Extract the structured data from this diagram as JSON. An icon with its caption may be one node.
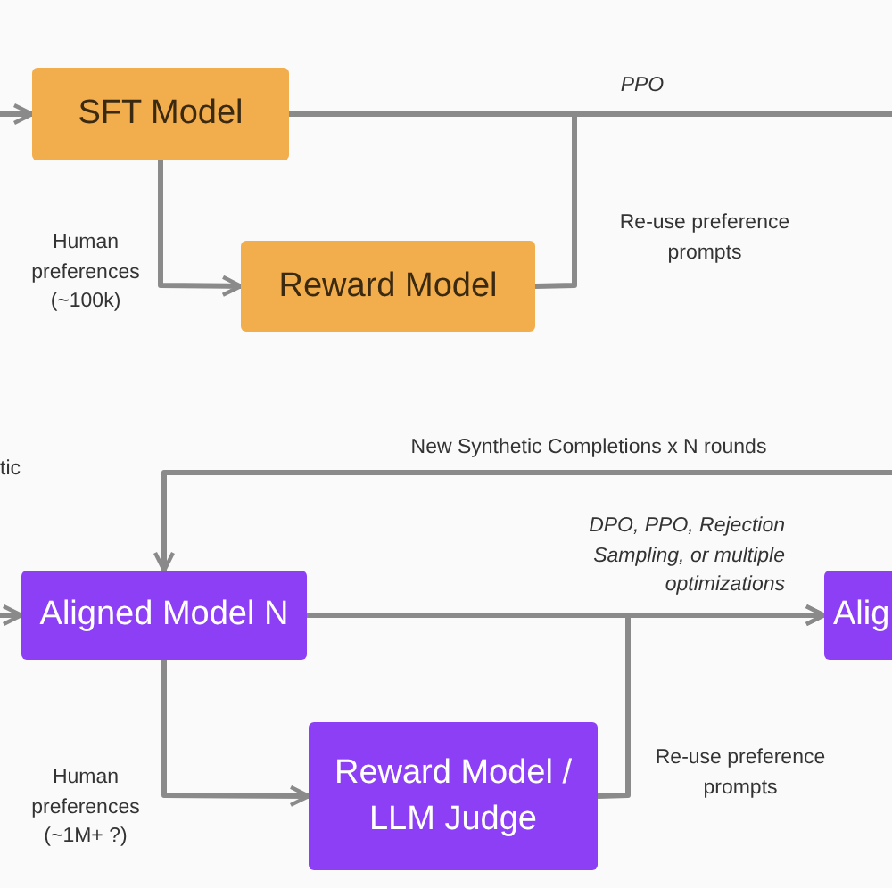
{
  "diagram": {
    "nodes": [
      {
        "text": [
          "SFT Model"
        ]
      },
      {
        "text": [
          "Reward Model"
        ]
      },
      {
        "text": [
          "Aligned Model N"
        ]
      },
      {
        "text": [
          "Reward Model / LLM Judge"
        ]
      },
      {
        "text": [
          "Alig"
        ]
      }
    ],
    "edges": [
      {
        "from": null,
        "to": 0,
        "arrow": "to"
      },
      {
        "from": 0,
        "to": 1,
        "arrow": "to",
        "label": "Human preferences (~100k)"
      },
      {
        "from": 0,
        "to": null,
        "arrow": "none",
        "label": "PPO"
      },
      {
        "from": 1,
        "to": null,
        "arrow": "none",
        "label": "Re-use preference prompts"
      },
      {
        "from": null,
        "to": 2,
        "arrow": "to"
      },
      {
        "from": null,
        "to": 2,
        "arrow": "to",
        "label": "New Synthetic Completions x N rounds"
      },
      {
        "from": 2,
        "to": 4,
        "arrow": "to",
        "label": "DPO, PPO, Rejection Sampling, or multiple optimizations"
      },
      {
        "from": 2,
        "to": 3,
        "arrow": "to",
        "label": "Human preferences (~1M+ ?)"
      },
      {
        "from": 3,
        "to": 4,
        "arrow": "to",
        "label": "Re-use preference prompts"
      }
    ],
    "labels": [
      "tic"
    ]
  }
}
